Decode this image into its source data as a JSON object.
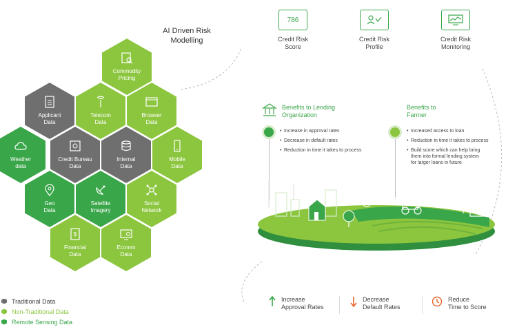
{
  "header": {
    "title": "AI Driven Risk\nModelling"
  },
  "hexes": {
    "commodity": "Commodity\nPricing",
    "applicant": "Applicant\nData",
    "telecom": "Telecom\nData",
    "browser": "Browser\nData",
    "weather": "Weather\ndata",
    "credit_bureau": "Credit Bureau\nData",
    "internal": "Internal\nData",
    "mobile": "Mobile\nData",
    "geo": "Geo\nData",
    "satellite": "Satellite\nImagery",
    "social": "Social\nNetwork",
    "financial": "Financial\nData",
    "ecomm": "Ecomm\nData"
  },
  "legend": {
    "traditional": "Traditional Data",
    "non_traditional": "Non-Traditional Data",
    "remote": "Remote Sensing Data"
  },
  "outputs": {
    "score_value": "786",
    "score": "Credit Risk\nScore",
    "profile": "Credit Risk\nProfile",
    "monitoring": "Credit Risk\nMonitoring"
  },
  "benefits": {
    "lending_title": "Benefits to Lending\nOrganization",
    "lending_items": [
      "Increase in approval rates",
      "Decrease in default rates",
      "Reduction in time it takes to process"
    ],
    "farmer_title": "Benefits to\nFarmer",
    "farmer_items": [
      "Increased access to loan",
      "Reduction in time it takes to process",
      "Build score which can help bring\nthem into formal lending system\nfor larger loans in future"
    ]
  },
  "bottom": {
    "approval": "Increase\nApproval Rates",
    "default": "Decrease\nDefault Rates",
    "time": "Reduce\nTime to Score"
  },
  "colors": {
    "traditional": "#6f6f70",
    "non_traditional": "#8cc63f",
    "remote": "#3aa64a",
    "orange": "#e8642c"
  }
}
